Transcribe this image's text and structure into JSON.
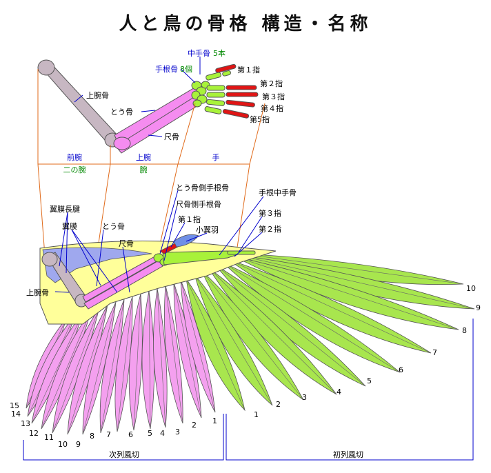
{
  "title": "人と鳥の骨格 構造・名称",
  "human": {
    "metacarpal": "中手骨",
    "metacarpal_count": "5本",
    "carpal": "手根骨",
    "carpal_count": "8個",
    "finger1": "第１指",
    "finger2": "第２指",
    "finger3": "第３指",
    "finger4": "第４指",
    "finger5": "第5指",
    "humerus": "上腕骨",
    "radius": "とう骨",
    "ulna": "尺骨"
  },
  "regions": {
    "forearm": "前腕",
    "upper_arm": "上腕",
    "hand": "手",
    "second_arm": "二の腕",
    "arm": "腕"
  },
  "bird": {
    "radial_carpal": "とう骨側手根骨",
    "ulnar_carpal": "尺骨側手根骨",
    "carpometacarpus": "手根中手骨",
    "digit3": "第３指",
    "digit2": "第２指",
    "digit1": "第１指",
    "alula": "小翼羽",
    "patagial_tendon": "翼膜長腱",
    "patagium": "翼膜",
    "radius": "とう骨",
    "ulna": "尺骨",
    "humerus": "上腕骨"
  },
  "primary_numbers": [
    "1",
    "2",
    "3",
    "4",
    "5",
    "6",
    "7",
    "8",
    "9",
    "10"
  ],
  "secondary_numbers": [
    "1",
    "2",
    "3",
    "4",
    "5",
    "6",
    "7",
    "8",
    "9",
    "10",
    "11",
    "12",
    "13",
    "14",
    "15"
  ],
  "bottom": {
    "secondaries": "次列風切",
    "primaries": "初列風切"
  },
  "colors": {
    "bone_upper": "#c7b7c2",
    "bone_forearm": "#f58cf0",
    "bone_hand": "#a8f23a",
    "finger_tip": "#e01515",
    "patagium": "#ffff9a",
    "tendon": "#9fa8ee",
    "primaries": "#a8e64e",
    "secondaries": "#f4a0ef",
    "label_blue": "#0000cc",
    "label_green": "#008800",
    "guide_orange": "#e06a1a"
  }
}
